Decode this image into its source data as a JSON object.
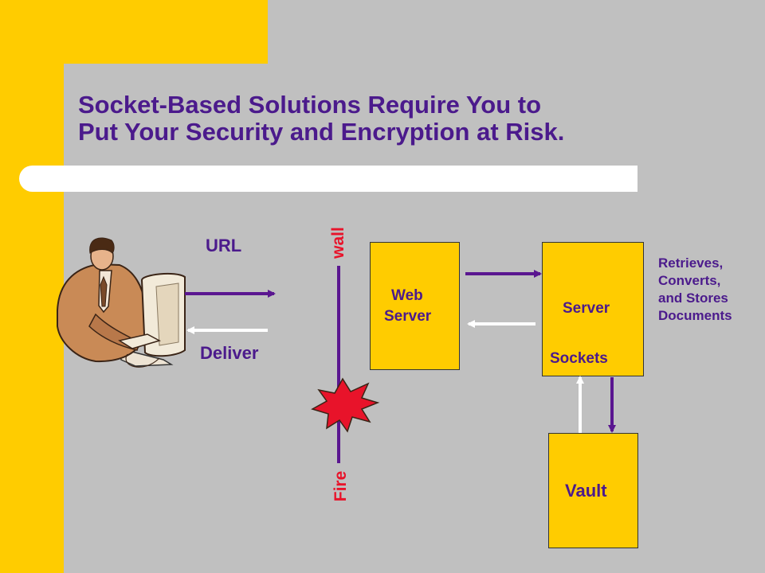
{
  "title": {
    "line1": "Socket-Based Solutions Require You to",
    "line2": "Put Your Security and Encryption at Risk."
  },
  "labels": {
    "url": "URL",
    "deliver": "Deliver",
    "firewall_top": "wall",
    "firewall_bottom": "Fire",
    "web_server_line1": "Web",
    "web_server_line2": "Server",
    "server": "Server",
    "sockets": "Sockets",
    "vault": "Vault"
  },
  "note": {
    "line1": "Retrieves,",
    "line2": "Converts,",
    "line3": "and Stores",
    "line4": "Documents"
  },
  "colors": {
    "background": "#c0c0c0",
    "accent_yellow": "#ffcc00",
    "text_purple": "#4b1a8c",
    "arrow_purple": "#5a1690",
    "firewall_red": "#e8132a"
  },
  "icons": [
    "person-at-computer-icon",
    "explosion-icon"
  ]
}
